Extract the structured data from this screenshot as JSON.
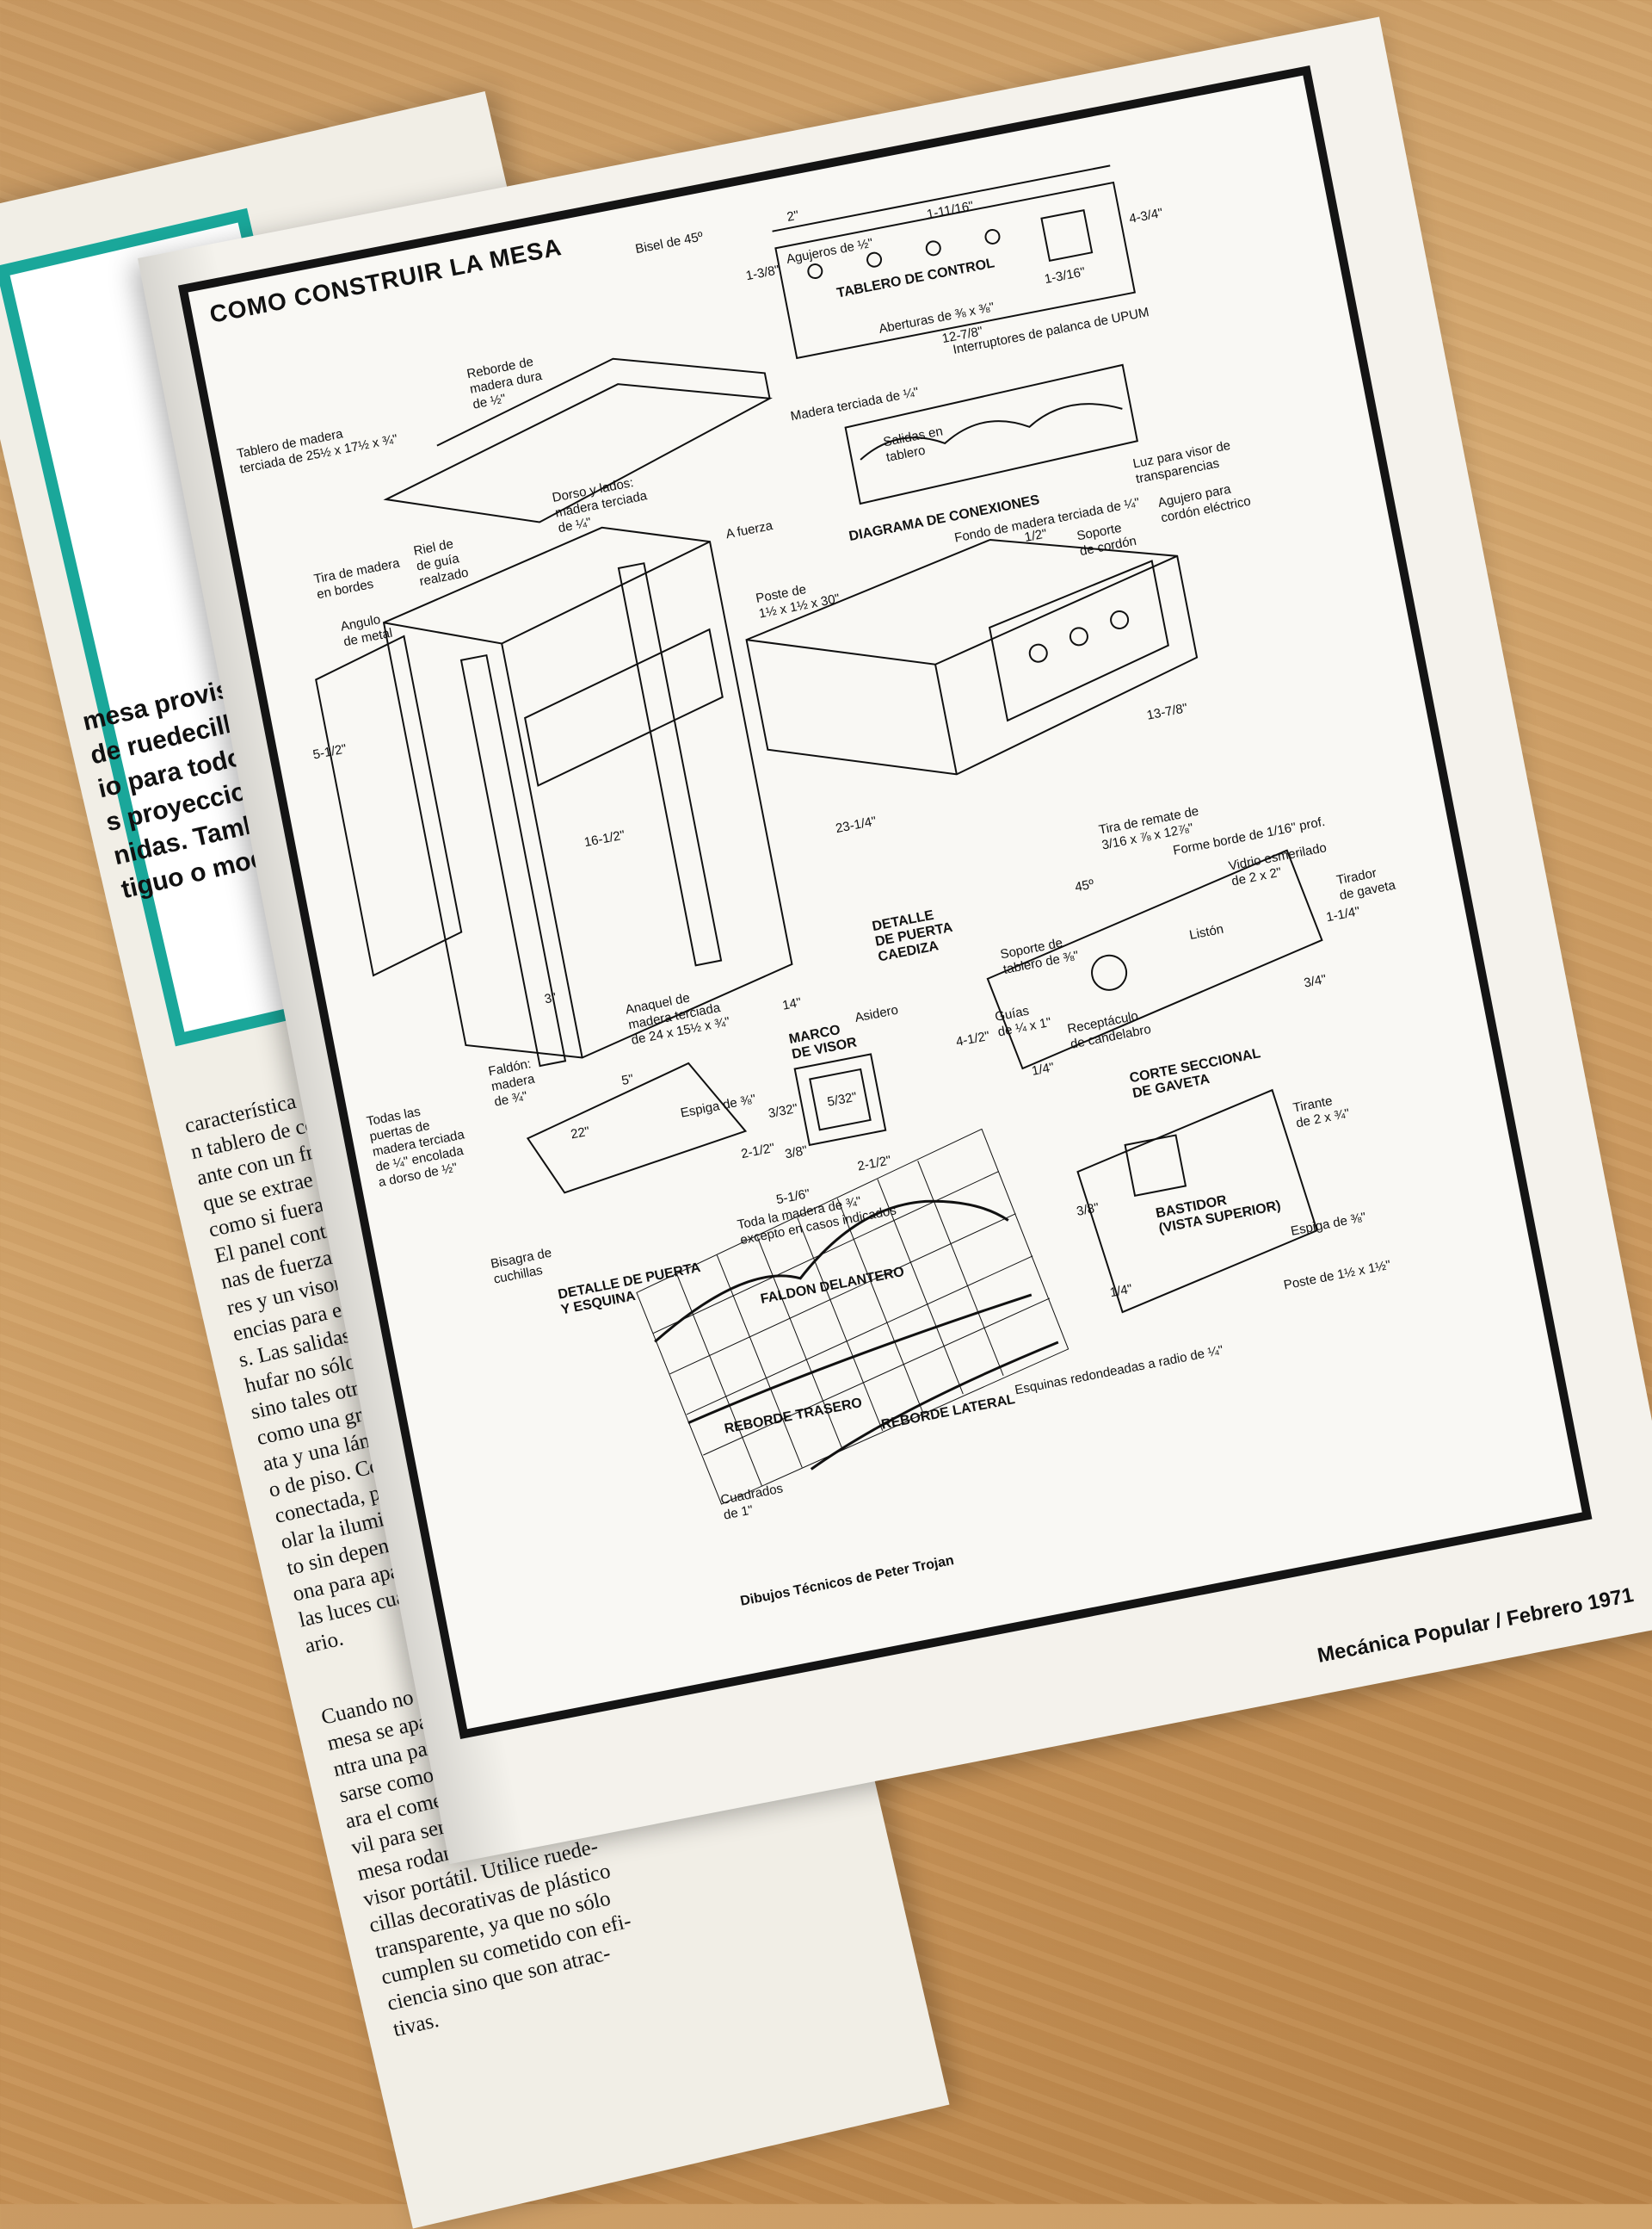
{
  "left_page": {
    "teal_box_lines": [
      "mesa provista",
      "de ruedecillas",
      "io para todo lo",
      "s proyecciones",
      "nidas. También",
      "tiguo o moderno"
    ],
    "body_lines": [
      "característica de",
      "n tablero de con-",
      "ante con un frente",
      "que se extrae de un",
      "como si fuera una",
      "El panel contiene",
      "nas de fuerza con in-",
      "res y un visor de",
      "encias para exami-",
      "s. Las salidas permi-",
      "hufar no sólo el pro-",
      "sino tales otros apa-",
      "como una grabadora",
      "ata y una lámpara de",
      "o de piso. Con una lám-",
      "conectada, puede usted",
      "olar la iluminación del",
      "to sin depender de otra",
      "ona para apagar y pren-",
      "las luces cuando sea ne-",
      "ario."
    ],
    "body_lines_2": [
      "Cuando no se está usando,",
      "mesa se aparta y coloca",
      "ntra una pared y puede",
      "sarse como mesa auxiliar",
      "ara el comedor, mesa mó-",
      "vil para servir meriendas o",
      "mesa rodante para un tele-",
      "visor portátil. Utilice ruede-",
      "cillas decorativas de plástico",
      "transparente, ya que no sólo",
      "cumplen su cometido con efi-",
      "ciencia sino que son atrac-",
      "tivas."
    ]
  },
  "right_page": {
    "title": "COMO CONSTRUIR LA MESA",
    "footer": "Mecánica Popular / Febrero 1971",
    "credit": "Dibujos Técnicos de Peter Trojan",
    "labels": {
      "bisel": "Bisel de 45º",
      "tablero_madera": "Tablero de madera",
      "tablero_madera_2": "terciada de 25½ x 17½ x ¾\"",
      "reborde": "Reborde de",
      "reborde_2": "madera dura",
      "reborde_3": "de ½\"",
      "agujeros": "Agujeros de ½\"",
      "tablero_control": "TABLERO DE CONTROL",
      "aberturas": "Aberturas de ⅜ x ⅜\"",
      "interruptores": "Interruptores de palanca de UPUM",
      "madera_terciada": "Madera terciada de ¼\"",
      "tira": "Tira de madera",
      "tira_2": "en bordes",
      "riel": "Riel de",
      "riel_2": "de guía",
      "riel_3": "realzado",
      "dorso": "Dorso y lados:",
      "dorso_2": "madera terciada",
      "dorso_3": "de ¼\"",
      "angulo": "Angulo",
      "angulo_2": "de metal",
      "salidas": "Salidas en",
      "salidas_2": "tablero",
      "a_fuerza": "A fuerza",
      "luz": "Luz para visor de",
      "luz_2": "transparencias",
      "diagrama": "DIAGRAMA DE CONEXIONES",
      "fondo": "Fondo de madera terciada de ¼\"",
      "soporte_cordon": "Soporte",
      "soporte_cordon_2": "de cordón",
      "agujero_cordon": "Agujero para",
      "agujero_cordon_2": "cordón eléctrico",
      "poste": "Poste de",
      "poste_2": "1½ x 1½ x 30\"",
      "faldon": "Faldón:",
      "faldon_2": "madera",
      "faldon_3": "de ¾\"",
      "anaquel": "Anaquel de",
      "anaquel_2": "madera terciada",
      "anaquel_3": "de 24 x 15½ x ¾\"",
      "todas_puertas": "Todas las",
      "todas_puertas_2": "puertas de",
      "todas_puertas_3": "madera terciada",
      "todas_puertas_4": "de ¼\" encolada",
      "todas_puertas_5": "a dorso de ½\"",
      "tira_remate": "Tira de remate de",
      "tira_remate_2": "3/16 x ⅞ x 12⅞\"",
      "forme_borde": "Forme borde de 1/16\" prof.",
      "vidrio": "Vidrio esmerilado",
      "vidrio_2": "de 2 x 2\"",
      "tirador": "Tirador",
      "tirador_2": "de gaveta",
      "detalle_puerta_caediza": "DETALLE",
      "detalle_puerta_caediza_2": "DE PUERTA",
      "detalle_puerta_caediza_3": "CAEDIZA",
      "asidero": "Asidero",
      "marco_visor": "MARCO",
      "marco_visor_2": "DE VISOR",
      "espiga": "Espiga de ⅜\"",
      "bisagra": "Bisagra de",
      "bisagra_2": "cuchillas",
      "detalle_puerta": "DETALLE DE PUERTA",
      "detalle_puerta_2": "Y ESQUINA",
      "soporte_tablero": "Soporte de",
      "soporte_tablero_2": "tablero de ⅜\"",
      "guias": "Guías",
      "guias_2": "de ¼ x 1\"",
      "receptaculo": "Receptáculo",
      "receptaculo_2": "de candelabro",
      "liston": "Listón",
      "corte": "CORTE SECCIONAL",
      "corte_2": "DE GAVETA",
      "toda_madera": "Toda la madera de ¾\"",
      "toda_madera_2": "excepto en casos indicados",
      "faldon_delantero": "FALDON DELANTERO",
      "reborde_trasero": "REBORDE TRASERO",
      "reborde_lateral": "REBORDE LATERAL",
      "cuadrados": "Cuadrados",
      "cuadrados_2": "de 1\"",
      "esquinas": "Esquinas redondeadas a radio de ¼\"",
      "tirante": "Tirante",
      "tirante_2": "de 2 x ¾\"",
      "bastidor": "BASTIDOR",
      "bastidor_2": "(VISTA SUPERIOR)",
      "espiga2": "Espiga de ⅜\"",
      "poste2": "Poste de 1½ x 1½\""
    },
    "dims": {
      "d1": "2\"",
      "d2": "1-11/16\"",
      "d3": "4-3/4\"",
      "d4": "1-3/8\"",
      "d5": "1-3/16\"",
      "d6": "12-7/8\"",
      "d7": "5-1/2\"",
      "d8": "16-1/2\"",
      "d9": "3\"",
      "d10": "5\"",
      "d11": "22\"",
      "d12": "14\"",
      "d13": "23-1/4\"",
      "d14": "13-7/8\"",
      "d15": "1/2\"",
      "d16": "45º",
      "d17": "3/32\"",
      "d18": "2-1/2\"",
      "d19": "3/8\"",
      "d20": "5/32\"",
      "d21": "2-1/2\"",
      "d22": "5-1/6\"",
      "d23": "4-1/2\"",
      "d24": "1/4\"",
      "d25": "3/4\"",
      "d26": "1-1/4\"",
      "d27": "3/8\"",
      "d28": "1/4\""
    }
  }
}
